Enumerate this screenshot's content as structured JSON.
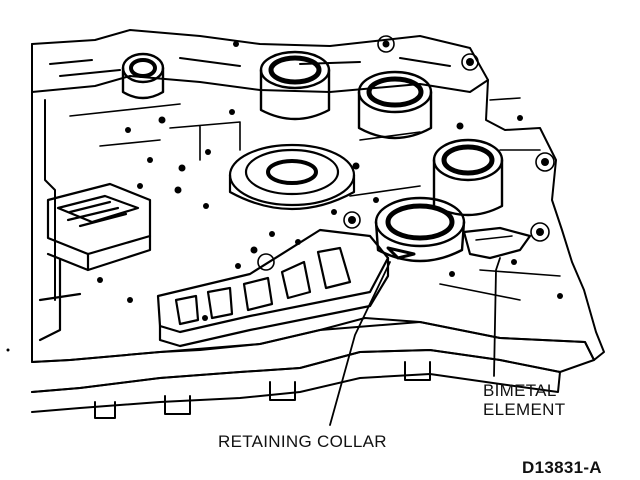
{
  "callouts": {
    "bimetal_line1": "BIMETAL",
    "bimetal_line2": "ELEMENT",
    "retaining_collar": "RETAINING COLLAR"
  },
  "figure_id": "D13831-A",
  "colors": {
    "ink": "#000000",
    "paper": "#ffffff"
  }
}
